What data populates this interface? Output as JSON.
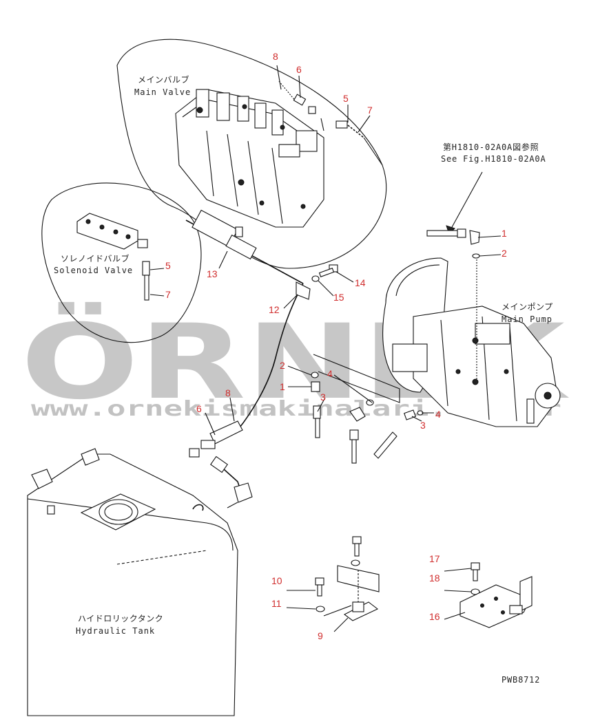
{
  "labels": {
    "main_valve_jp": "メインバルブ",
    "main_valve_en": "Main Valve",
    "solenoid_valve_jp": "ソレノイドバルブ",
    "solenoid_valve_en": "Solenoid Valve",
    "main_pump_jp": "メインポンプ",
    "main_pump_en": "Main Pump",
    "hydraulic_tank_jp": "ハイドロリックタンク",
    "hydraulic_tank_en": "Hydraulic Tank",
    "see_fig_jp": "第H1810-02A0A図参照",
    "see_fig_en": "See Fig.H1810-02A0A",
    "drawing_code": "PWB8712"
  },
  "callouts": {
    "c8_top": "8",
    "c6_top": "6",
    "c5_top": "5",
    "c7_top": "7",
    "c1_pump": "1",
    "c2_pump": "2",
    "c5_sol": "5",
    "c7_sol": "7",
    "c13": "13",
    "c14": "14",
    "c15": "15",
    "c12": "12",
    "c2_mid": "2",
    "c4_mid": "4",
    "c1_mid": "1",
    "c3_mid": "3",
    "c8_mid": "8",
    "c6_mid": "6",
    "c3_right": "3",
    "c4_right": "4",
    "c10": "10",
    "c11": "11",
    "c9": "9",
    "c17": "17",
    "c18": "18",
    "c16": "16"
  },
  "watermark": {
    "brand": "ÖRNEK",
    "url": "www.ornekismakinalari.com.tr"
  }
}
